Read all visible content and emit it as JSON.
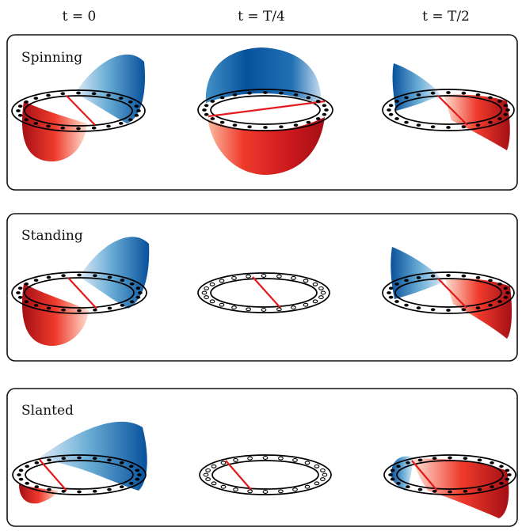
{
  "columns": [
    {
      "label": "t = 0"
    },
    {
      "label": "t = T/4"
    },
    {
      "label": "t = T/2"
    }
  ],
  "rows": [
    {
      "title": "Spinning"
    },
    {
      "title": "Standing"
    },
    {
      "title": "Slanted"
    }
  ],
  "colors": {
    "positive_displacement": "#08519c",
    "negative_displacement": "#a50f15",
    "diameter_line": "#e31a1c",
    "frame": "#111111"
  }
}
